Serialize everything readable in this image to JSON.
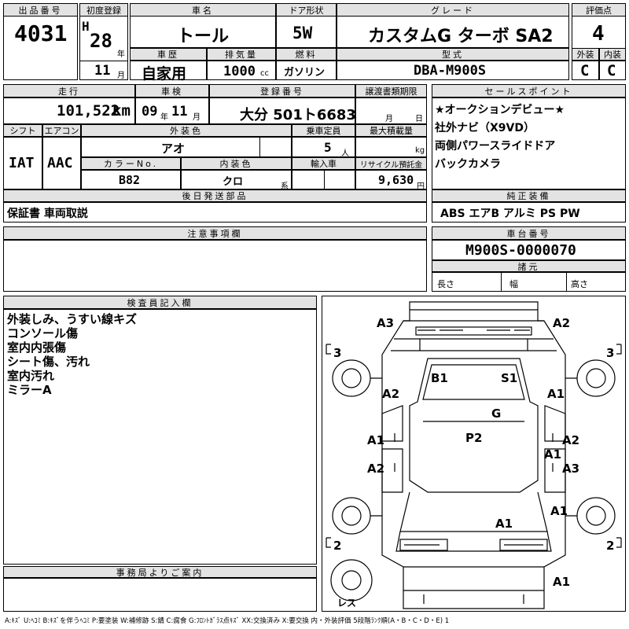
{
  "headers": {
    "lot_no": "出品番号",
    "first_reg": "初度登録",
    "car_name": "車名",
    "door": "ドア形状",
    "grade": "グレード",
    "score": "評価点",
    "history": "車歴",
    "displacement": "排気量",
    "fuel": "燃料",
    "model": "型式",
    "exterior": "外装",
    "interior": "内装",
    "mileage": "走行",
    "inspection": "車検",
    "reg_no": "登録番号",
    "transfer_deadline": "譲渡書類期限",
    "sales_points": "セールスポイント",
    "shift": "シフト",
    "aircon": "エアコン",
    "ext_color": "外装色",
    "capacity": "乗車定員",
    "max_load": "最大積載量",
    "color_no": "カラーNo.",
    "int_color": "内装色",
    "import": "輸入車",
    "recycle": "リサイクル預託金",
    "later_docs": "後日発送部品",
    "genuine_equip": "純正装備",
    "notes": "注意事項欄",
    "chassis_no": "車台番号",
    "specs": "諸元",
    "inspector_notes": "検査員記入欄",
    "office_notice": "事務局よりご案内"
  },
  "vehicle": {
    "lot_no": "4031",
    "era": "H",
    "year": "28",
    "year_unit": "年",
    "month": "11",
    "month_unit": "月",
    "car_name": "トール",
    "door": "5W",
    "grade": "カスタムG ターボ SA2",
    "score": "4",
    "history": "自家用",
    "displacement": "1000",
    "displacement_unit": "cc",
    "fuel": "ガソリン",
    "model": "DBA-M900S",
    "exterior_grade": "C",
    "interior_grade": "C",
    "mileage": "101,522",
    "mileage_unit": "km",
    "inspection_year": "09",
    "inspection_year_unit": "年",
    "inspection_month": "11",
    "inspection_month_unit": "月",
    "reg_no": "大分 501ト6683",
    "deadline_month_unit": "月",
    "deadline_day_unit": "日",
    "shift": "IAT",
    "aircon": "AAC",
    "ext_color": "アオ",
    "capacity": "5",
    "capacity_unit": "人",
    "max_load_unit": "kg",
    "color_no": "B82",
    "int_color": "クロ",
    "int_color_unit": "系",
    "recycle": "9,630",
    "recycle_unit": "円",
    "chassis_no": "M900S-0000070",
    "length_label": "長さ",
    "width_label": "幅",
    "height_label": "高さ"
  },
  "sales_points": [
    "★オークションデビュー★",
    "社外ナビ（X9VD）",
    "両側パワースライドドア",
    "バックカメラ"
  ],
  "later_docs": "保証書 車両取説",
  "genuine_equip": "ABS エアB アルミ PS PW",
  "inspector_notes": [
    "外装しみ、うすい線キズ",
    "コンソール傷",
    "室内内張傷",
    "シート傷、汚れ",
    "室内汚れ",
    "ミラーA"
  ],
  "diagram": {
    "marks": [
      {
        "id": "front-left-corner",
        "text": "A3"
      },
      {
        "id": "front-right-corner",
        "text": "A2"
      },
      {
        "id": "left-front-fender",
        "text": "A2"
      },
      {
        "id": "right-front-fender",
        "text": "A1"
      },
      {
        "id": "seat-left",
        "text": "B1"
      },
      {
        "id": "seat-right",
        "text": "S1"
      },
      {
        "id": "windshield",
        "text": "G"
      },
      {
        "id": "left-front-door",
        "text": "A1"
      },
      {
        "id": "right-front-door",
        "text": "A2"
      },
      {
        "id": "right-front-door-2",
        "text": "A1"
      },
      {
        "id": "roof",
        "text": "P2"
      },
      {
        "id": "left-rear-door",
        "text": "A2"
      },
      {
        "id": "right-rear-door",
        "text": "A3"
      },
      {
        "id": "right-rear-fender",
        "text": "A1"
      },
      {
        "id": "rear-floor",
        "text": "A1"
      },
      {
        "id": "rear-bumper-right",
        "text": "A1"
      }
    ],
    "tire_front_left": "3",
    "tire_front_right": "3",
    "tire_rear_left": "2",
    "tire_rear_right": "2",
    "spare": "レス"
  },
  "legend": "A:ｷｽﾞ U:ﾍｺﾐ B:ｷｽﾞを伴うﾍｺﾐ P:要塗装 W:補修跡 S:錆 C:腐食 G:ﾌﾛﾝﾄｶﾞﾗｽ点ｷｽﾞ XX:交換済み X:要交換 内・外装評価 5段階ﾗﾝｸ順(A・B・C・D・E) 1"
}
